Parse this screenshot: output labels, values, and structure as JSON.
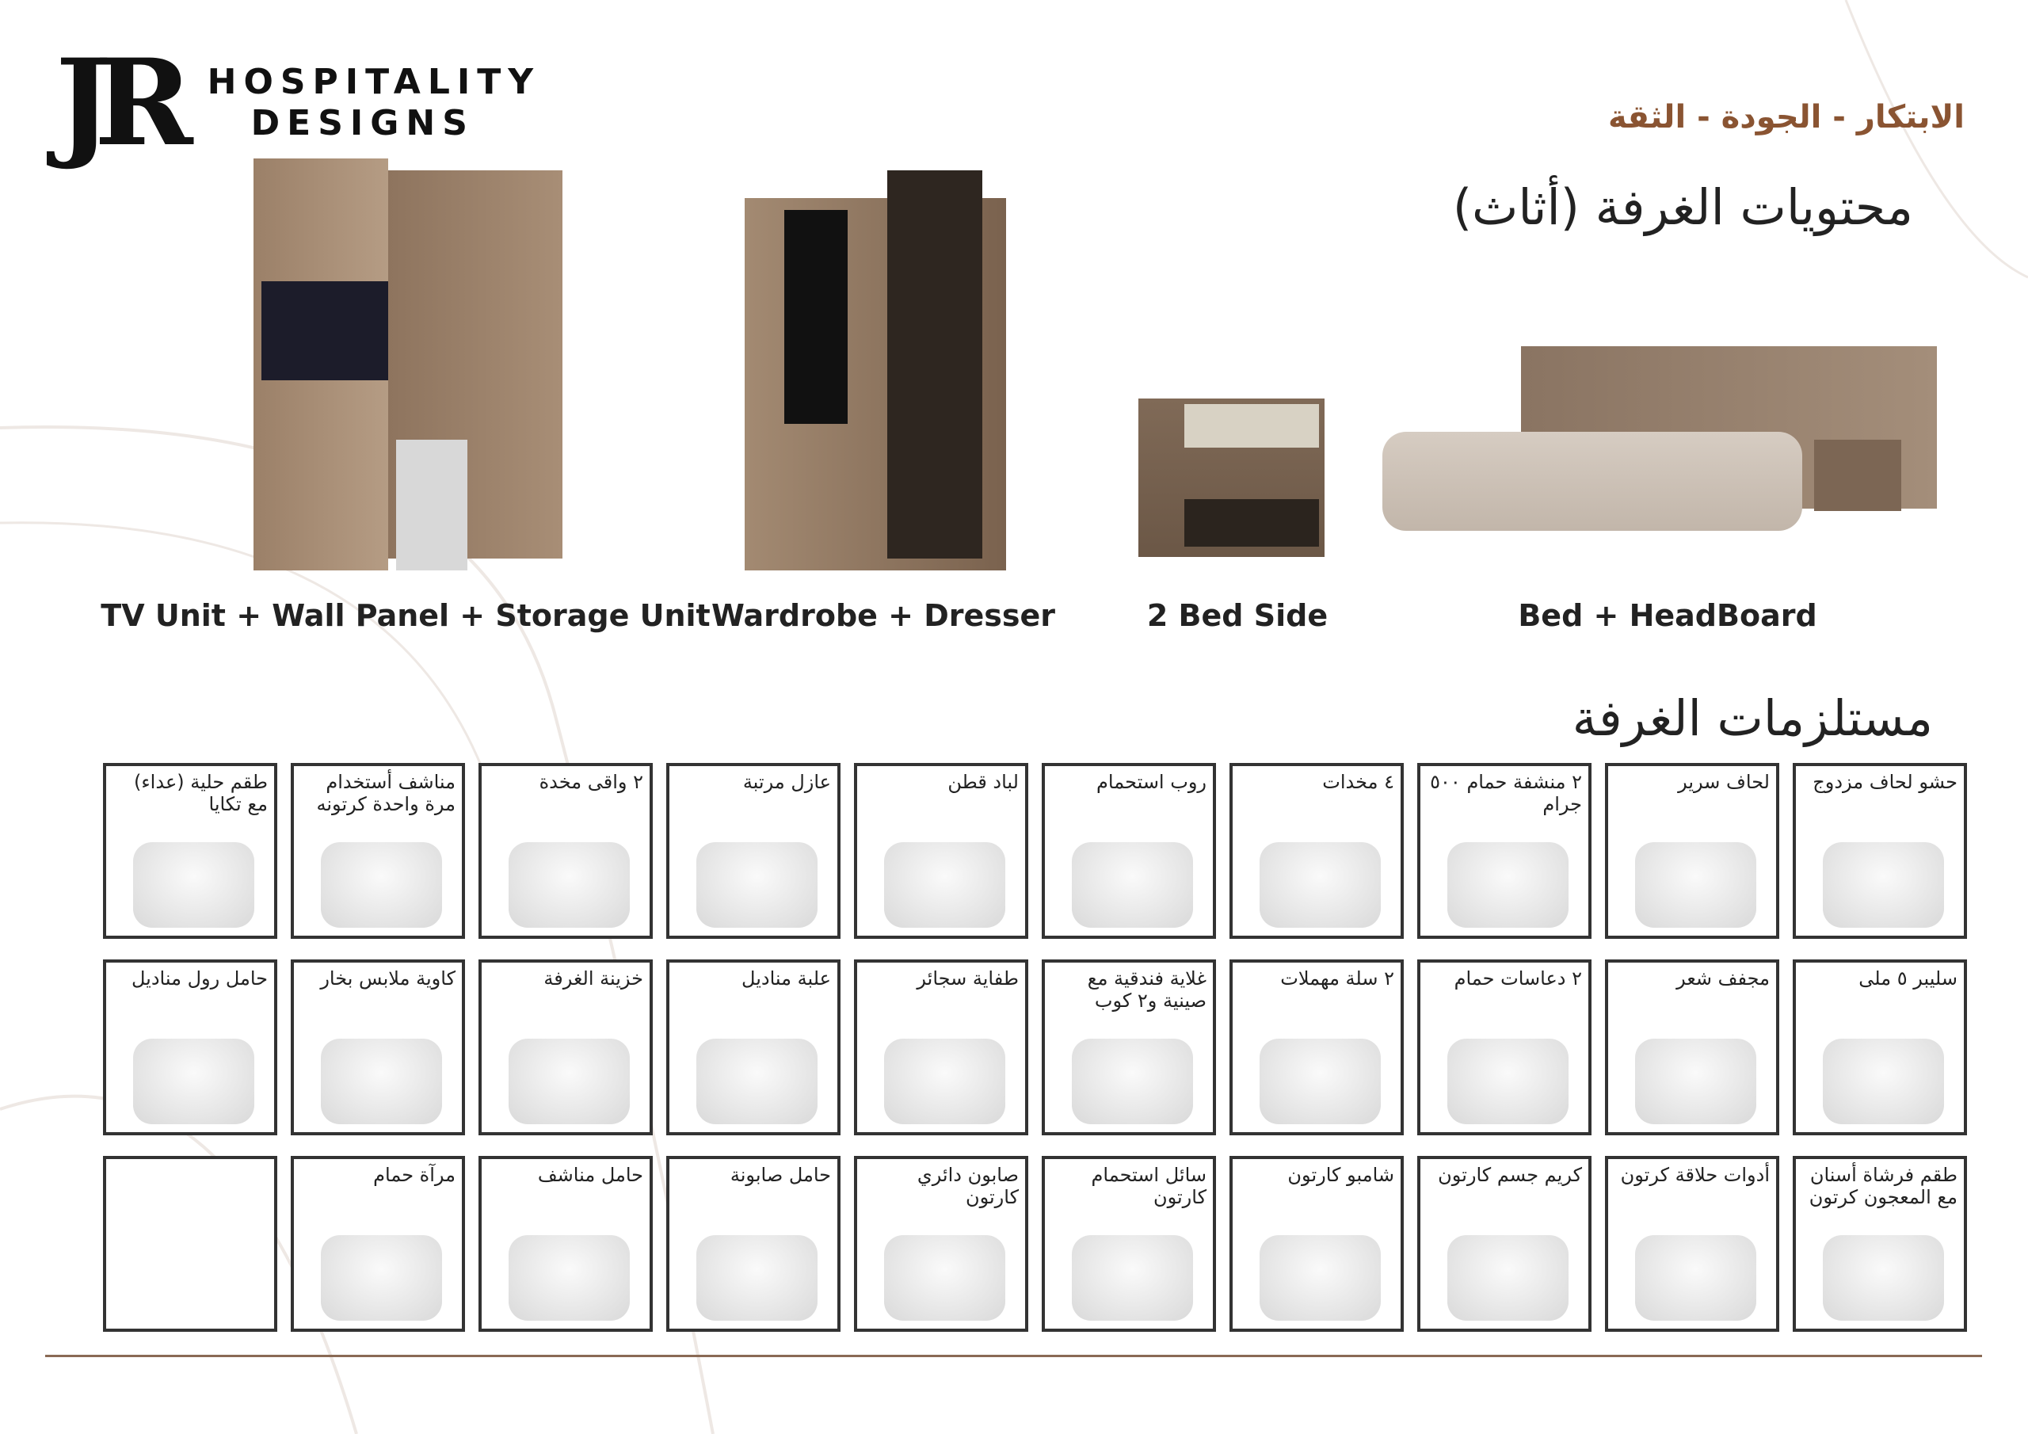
{
  "logo": {
    "mark": "JR",
    "line1": "HOSPITALITY",
    "line2": "DESIGNS"
  },
  "tagline": "الابتكار - الجودة - الثقة",
  "furniture_title": "محتويات الغرفة (أثاث)",
  "furniture": [
    {
      "label": "TV Unit + Wall Panel + Storage Unit"
    },
    {
      "label": "Wardrobe + Dresser"
    },
    {
      "label": "2 Bed Side"
    },
    {
      "label": "Bed + HeadBoard"
    }
  ],
  "supplies_title": "مستلزمات الغرفة",
  "supplies": [
    "حشو لحاف مزدوج",
    "لحاف سرير",
    "٢ منشفة حمام ٥٠٠ جرام",
    "٤ مخدات",
    "روب استحمام",
    "لباد قطن",
    "عازل مرتبة",
    "٢ واقى مخدة",
    "مناشف أستخدام مرة واحدة كرتونه",
    "طقم حلية (عداء) مع تكايا",
    "سليبر ٥ ملى",
    "مجفف شعر",
    "٢ دعاسات حمام",
    "٢ سلة مهملات",
    "غلاية فندقية مع صينية و٢ كوب",
    "طفاية سجائر",
    "علبة مناديل",
    "خزينة الغرفة",
    "كاوية ملابس بخار",
    "حامل رول مناديل",
    "طقم فرشاة أسنان مع المعجون كرتون",
    "أدوات حلاقة كرتون",
    "كريم جسم كارتون",
    "شامبو كارتون",
    "سائل استحمام كارتون",
    "صابون دائري كارتون",
    "حامل صابونة",
    "حامل مناشف",
    "مرآة حمام",
    ""
  ]
}
